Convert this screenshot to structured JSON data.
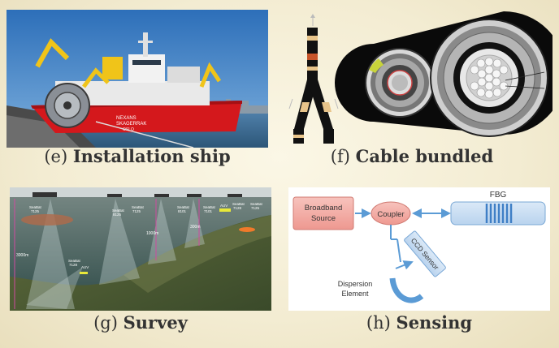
{
  "panels": {
    "e": {
      "letter": "(e)",
      "title": "Installation ship",
      "hull_text_1": "NEXANS",
      "hull_text_2": "SKAGERRAK",
      "hull_text_3": "OSLO"
    },
    "f": {
      "letter": "(f)",
      "title": "Cable bundled"
    },
    "g": {
      "letter": "(g)",
      "title": "Survey",
      "depth_labels": [
        "3000m",
        "1000m",
        "300m"
      ],
      "vehicle_labels": [
        "SeaBat",
        "7125",
        "AUV",
        "SeaBat",
        "7128",
        "SeaBat",
        "8125",
        "SeaBat",
        "7125",
        "SeaBat",
        "8101",
        "SeaBat",
        "7101",
        "SeaBat",
        "7128",
        "AUV",
        "SeaBat",
        "7125"
      ]
    },
    "h": {
      "letter": "(h)",
      "title": "Sensing",
      "broadband_source": "Broadband\nSource",
      "coupler": "Coupler",
      "fbg": "FBG",
      "ccd_sensor": "CCD Sensor",
      "dispersion_element": "Dispersion\nElement"
    }
  },
  "colors": {
    "ship_hull": "#d4181c",
    "sky": "#3e7fc2",
    "sensing_box": "#f2a9a3",
    "sensing_accent": "#5b9bd5"
  }
}
